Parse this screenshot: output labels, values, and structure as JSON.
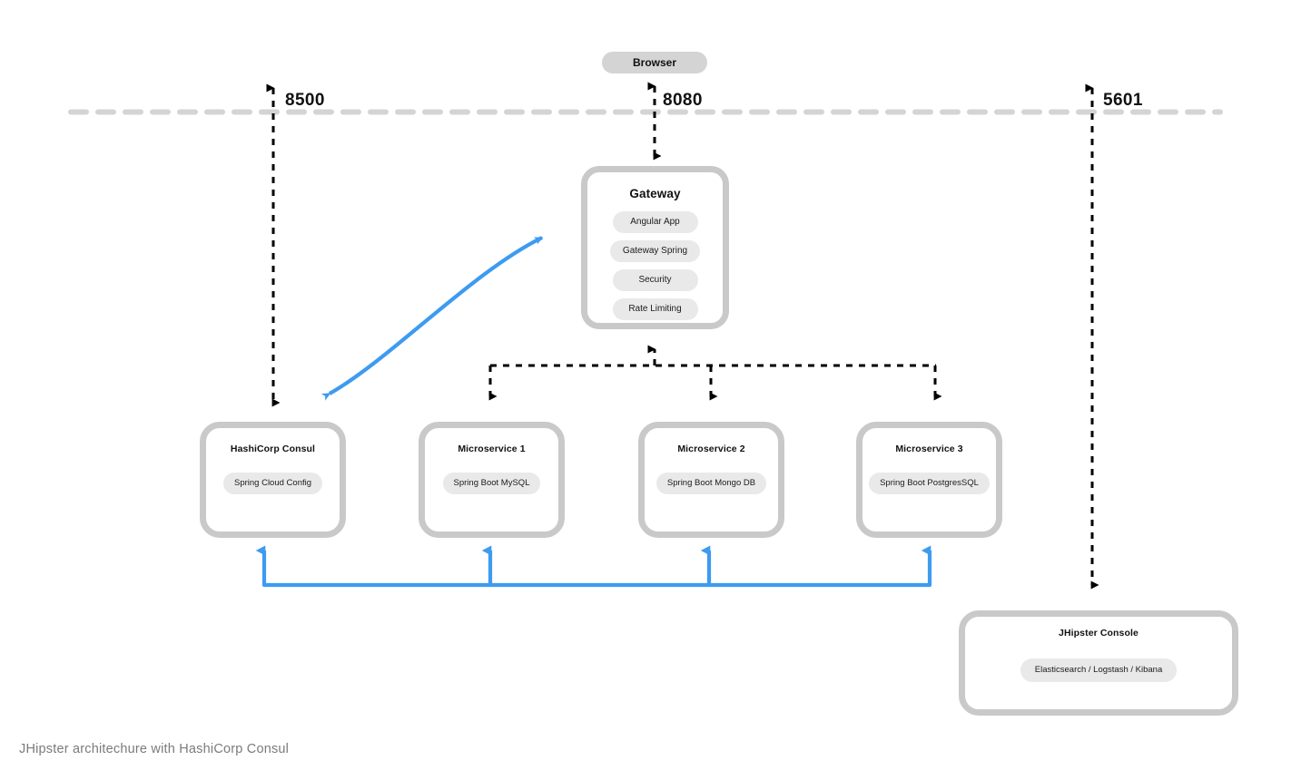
{
  "diagram": {
    "caption": "JHipster architechure with HashiCorp Consul",
    "colors": {
      "accent_blue": "#3d9bf0",
      "card_border_gray": "#c9c9c9",
      "pill_gray": "#e9e9e9",
      "browser_pill_gray": "#d4d4d4",
      "divider_gray": "#d4d4d4",
      "arrow_black": "#000000",
      "caption_gray": "#7b7b7b"
    },
    "browser": {
      "label": "Browser"
    },
    "ports": [
      {
        "name": "consul-port",
        "value": "8500"
      },
      {
        "name": "gateway-port",
        "value": "8080"
      },
      {
        "name": "console-port",
        "value": "5601"
      }
    ],
    "gateway": {
      "title": "Gateway",
      "components": [
        "Angular App",
        "Gateway Spring",
        "Security",
        "Rate Limiting"
      ]
    },
    "services": [
      {
        "title": "HashiCorp Consul",
        "component": "Spring Cloud Config"
      },
      {
        "title": "Microservice 1",
        "component": "Spring Boot MySQL"
      },
      {
        "title": "Microservice 2",
        "component": "Spring Boot Mongo DB"
      },
      {
        "title": "Microservice 3",
        "component": "Spring Boot PostgresSQL"
      }
    ],
    "console": {
      "title": "JHipster Console",
      "component": "Elasticsearch / Logstash / Kibana"
    }
  }
}
